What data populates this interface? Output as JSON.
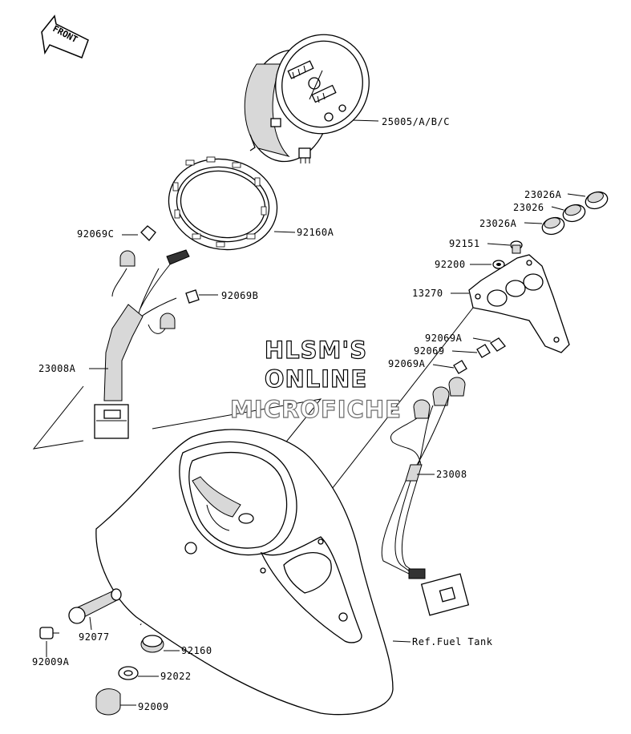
{
  "direction_label": "FRONT",
  "watermark": {
    "line1": "HLSM'S",
    "line2": "ONLINE",
    "line3": "MICROFICHE"
  },
  "callouts": {
    "p25005": "25005/A/B/C",
    "p92160A": "92160A",
    "p92069C": "92069C",
    "p92069B": "92069B",
    "p23008A": "23008A",
    "p23026A_top": "23026A",
    "p23026": "23026",
    "p23026A_low": "23026A",
    "p92151": "92151",
    "p92200": "92200",
    "p13270": "13270",
    "p92069A_top": "92069A",
    "p92069": "92069",
    "p92069A_low": "92069A",
    "p23008": "23008",
    "p92077": "92077",
    "p92009A": "92009A",
    "p92160": "92160",
    "p92022": "92022",
    "p92009": "92009",
    "ref_fuel_tank": "Ref.Fuel Tank"
  }
}
